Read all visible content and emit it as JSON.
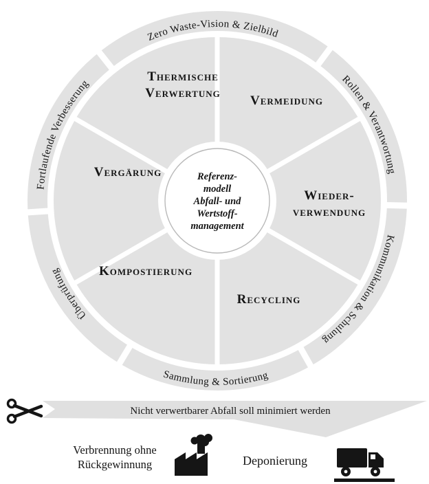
{
  "colors": {
    "wheel-gray": "#e2e2e2",
    "banner-gray": "#e0e0e0",
    "ink": "#151515",
    "circle-border": "#b9b9b9"
  },
  "wheel": {
    "hub_lines": [
      "Referenz-",
      "modell",
      "Abfall- und",
      "Wertstoff-",
      "management"
    ],
    "segments": [
      {
        "id": "thermische-verwertung",
        "lines": [
          "Thermische",
          "Verwertung"
        ]
      },
      {
        "id": "vermeidung",
        "lines": [
          "Vermeidung"
        ]
      },
      {
        "id": "wiederverwendung",
        "lines": [
          "Wieder-",
          "verwendung"
        ]
      },
      {
        "id": "recycling",
        "lines": [
          "Recycling"
        ]
      },
      {
        "id": "kompostierung",
        "lines": [
          "Kompostierung"
        ]
      },
      {
        "id": "vergaerung",
        "lines": [
          "Vergärung"
        ]
      }
    ],
    "ring_labels": [
      "Zero Waste-Vision & Zielbild",
      "Rollen & Verantwortung",
      "Kommunikation & Schulung",
      "Sammlung & Sortierung",
      "Überprüfung",
      "Fortlaufende Verbesserung"
    ]
  },
  "banner": {
    "text": "Nicht verwertbarer Abfall soll minimiert werden"
  },
  "bottom": {
    "incineration_lines": [
      "Verbrennung ohne",
      "Rückgewinnung"
    ],
    "landfill": "Deponierung"
  }
}
